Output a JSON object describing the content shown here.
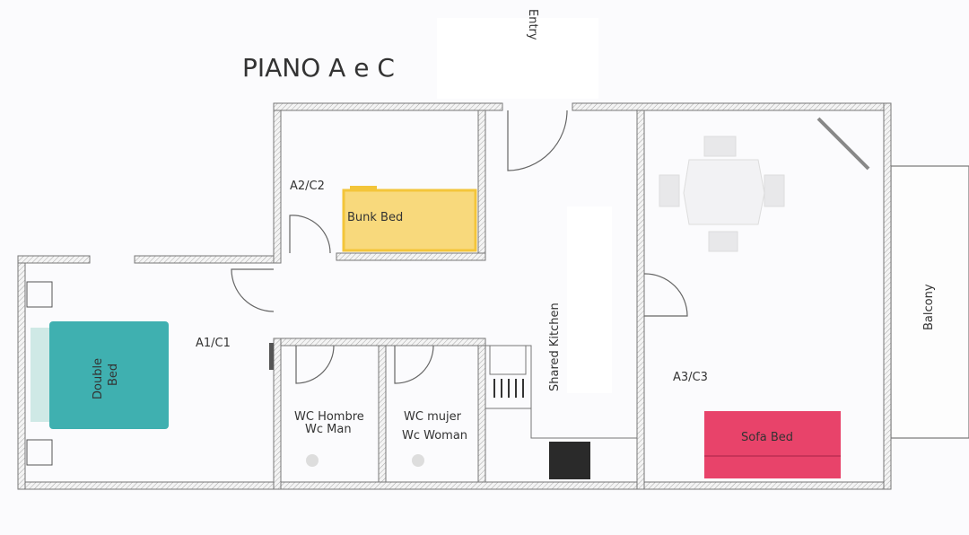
{
  "title": "PIANO A e C",
  "entry_label": "Entry",
  "rooms": {
    "a1": "A1/C1",
    "a2": "A2/C2",
    "a3": "A3/C3",
    "kitchen": "Shared Kitchen",
    "balcony": "Balcony",
    "wc_man_1": "WC Hombre",
    "wc_man_2": "Wc Man",
    "wc_woman_1": "WC mujer",
    "wc_woman_2": "Wc Woman"
  },
  "furniture": {
    "double_bed_1": "Double",
    "double_bed_2": "Bed",
    "bunk_bed": "Bunk Bed",
    "sofa_bed": "Sofa Bed"
  },
  "colors": {
    "double_bed": "#3fb0b0",
    "bunk_bed": "#f8d97c",
    "sofa_bed": "#e8436a"
  }
}
